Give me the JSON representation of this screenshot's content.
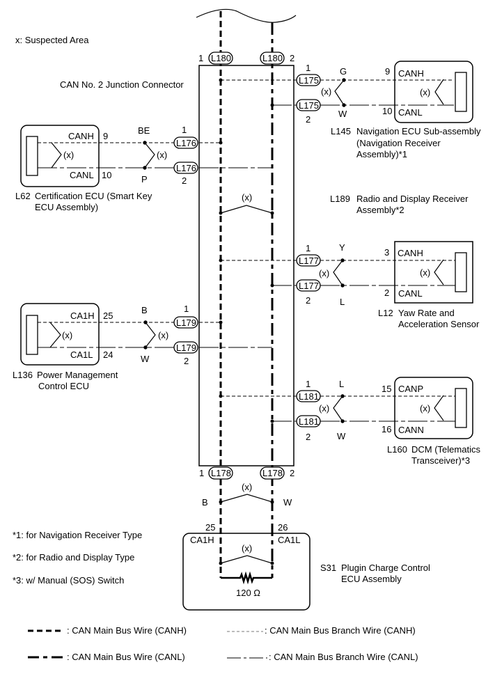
{
  "diagram": {
    "suspected_note": "x: Suspected Area",
    "suspected_mark": "(x)",
    "junction_connector": "CAN No. 2 Junction Connector",
    "connectors": {
      "top_left": {
        "id": "L180",
        "pin": "1"
      },
      "top_right": {
        "id": "L180",
        "pin": "2"
      },
      "bottom_left": {
        "id": "L178",
        "pin": "1"
      },
      "bottom_right": {
        "id": "L178",
        "pin": "2"
      }
    },
    "branches": {
      "nav": {
        "conn": "L175",
        "pin_h": "1",
        "pin_l": "2",
        "wire_h": "G",
        "wire_l": "W",
        "ecu_pin_h": "9",
        "ecu_pin_l": "10",
        "sig_h": "CANH",
        "sig_l": "CANL",
        "code": "L145",
        "name_lines": [
          "Navigation ECU Sub-assembly",
          "(Navigation Receiver",
          "Assembly)*1"
        ]
      },
      "cert": {
        "conn": "L176",
        "pin_h": "1",
        "pin_l": "2",
        "wire_h": "BE",
        "wire_l": "P",
        "ecu_pin_h": "9",
        "ecu_pin_l": "10",
        "sig_h": "CANH",
        "sig_l": "CANL",
        "code": "L62",
        "name_lines": [
          "Certification ECU (Smart Key",
          "ECU Assembly)"
        ]
      },
      "radio": {
        "code": "L189",
        "name_lines": [
          "Radio and Display Receiver",
          "Assembly*2"
        ]
      },
      "yaw": {
        "conn": "L177",
        "pin_h": "1",
        "pin_l": "2",
        "wire_h": "Y",
        "wire_l": "L",
        "ecu_pin_h": "3",
        "ecu_pin_l": "2",
        "sig_h": "CANH",
        "sig_l": "CANL",
        "code": "L12",
        "name_lines": [
          "Yaw Rate and",
          "Acceleration Sensor"
        ]
      },
      "power": {
        "conn": "L179",
        "pin_h": "1",
        "pin_l": "2",
        "wire_h": "B",
        "wire_l": "W",
        "ecu_pin_h": "25",
        "ecu_pin_l": "24",
        "sig_h": "CA1H",
        "sig_l": "CA1L",
        "code": "L136",
        "name_lines": [
          "Power Management",
          "Control ECU"
        ]
      },
      "dcm": {
        "conn": "L181",
        "pin_h": "1",
        "pin_l": "2",
        "wire_h": "L",
        "wire_l": "W",
        "ecu_pin_h": "15",
        "ecu_pin_l": "16",
        "sig_h": "CANP",
        "sig_l": "CANN",
        "code": "L160",
        "name_lines": [
          "DCM (Telematics",
          "Transceiver)*3"
        ]
      },
      "plugin": {
        "wire_h": "B",
        "wire_l": "W",
        "ecu_pin_h": "25",
        "ecu_pin_l": "26",
        "sig_h": "CA1H",
        "sig_l": "CA1L",
        "resistor": "120 Ω",
        "code": "S31",
        "name_lines": [
          "Plugin Charge Control",
          "ECU Assembly"
        ]
      }
    },
    "footnotes": [
      "*1: for Navigation Receiver Type",
      "*2: for Radio and Display Type",
      "*3: w/ Manual (SOS) Switch"
    ],
    "legend": [
      {
        "style": "main-canh",
        "label": ": CAN Main Bus Wire (CANH)"
      },
      {
        "style": "branch-canh",
        "label": ": CAN Main Bus Branch Wire (CANH)"
      },
      {
        "style": "main-canl",
        "label": ": CAN Main Bus Wire (CANL)"
      },
      {
        "style": "branch-canl",
        "label": ": CAN Main Bus Branch Wire (CANL)"
      }
    ]
  }
}
